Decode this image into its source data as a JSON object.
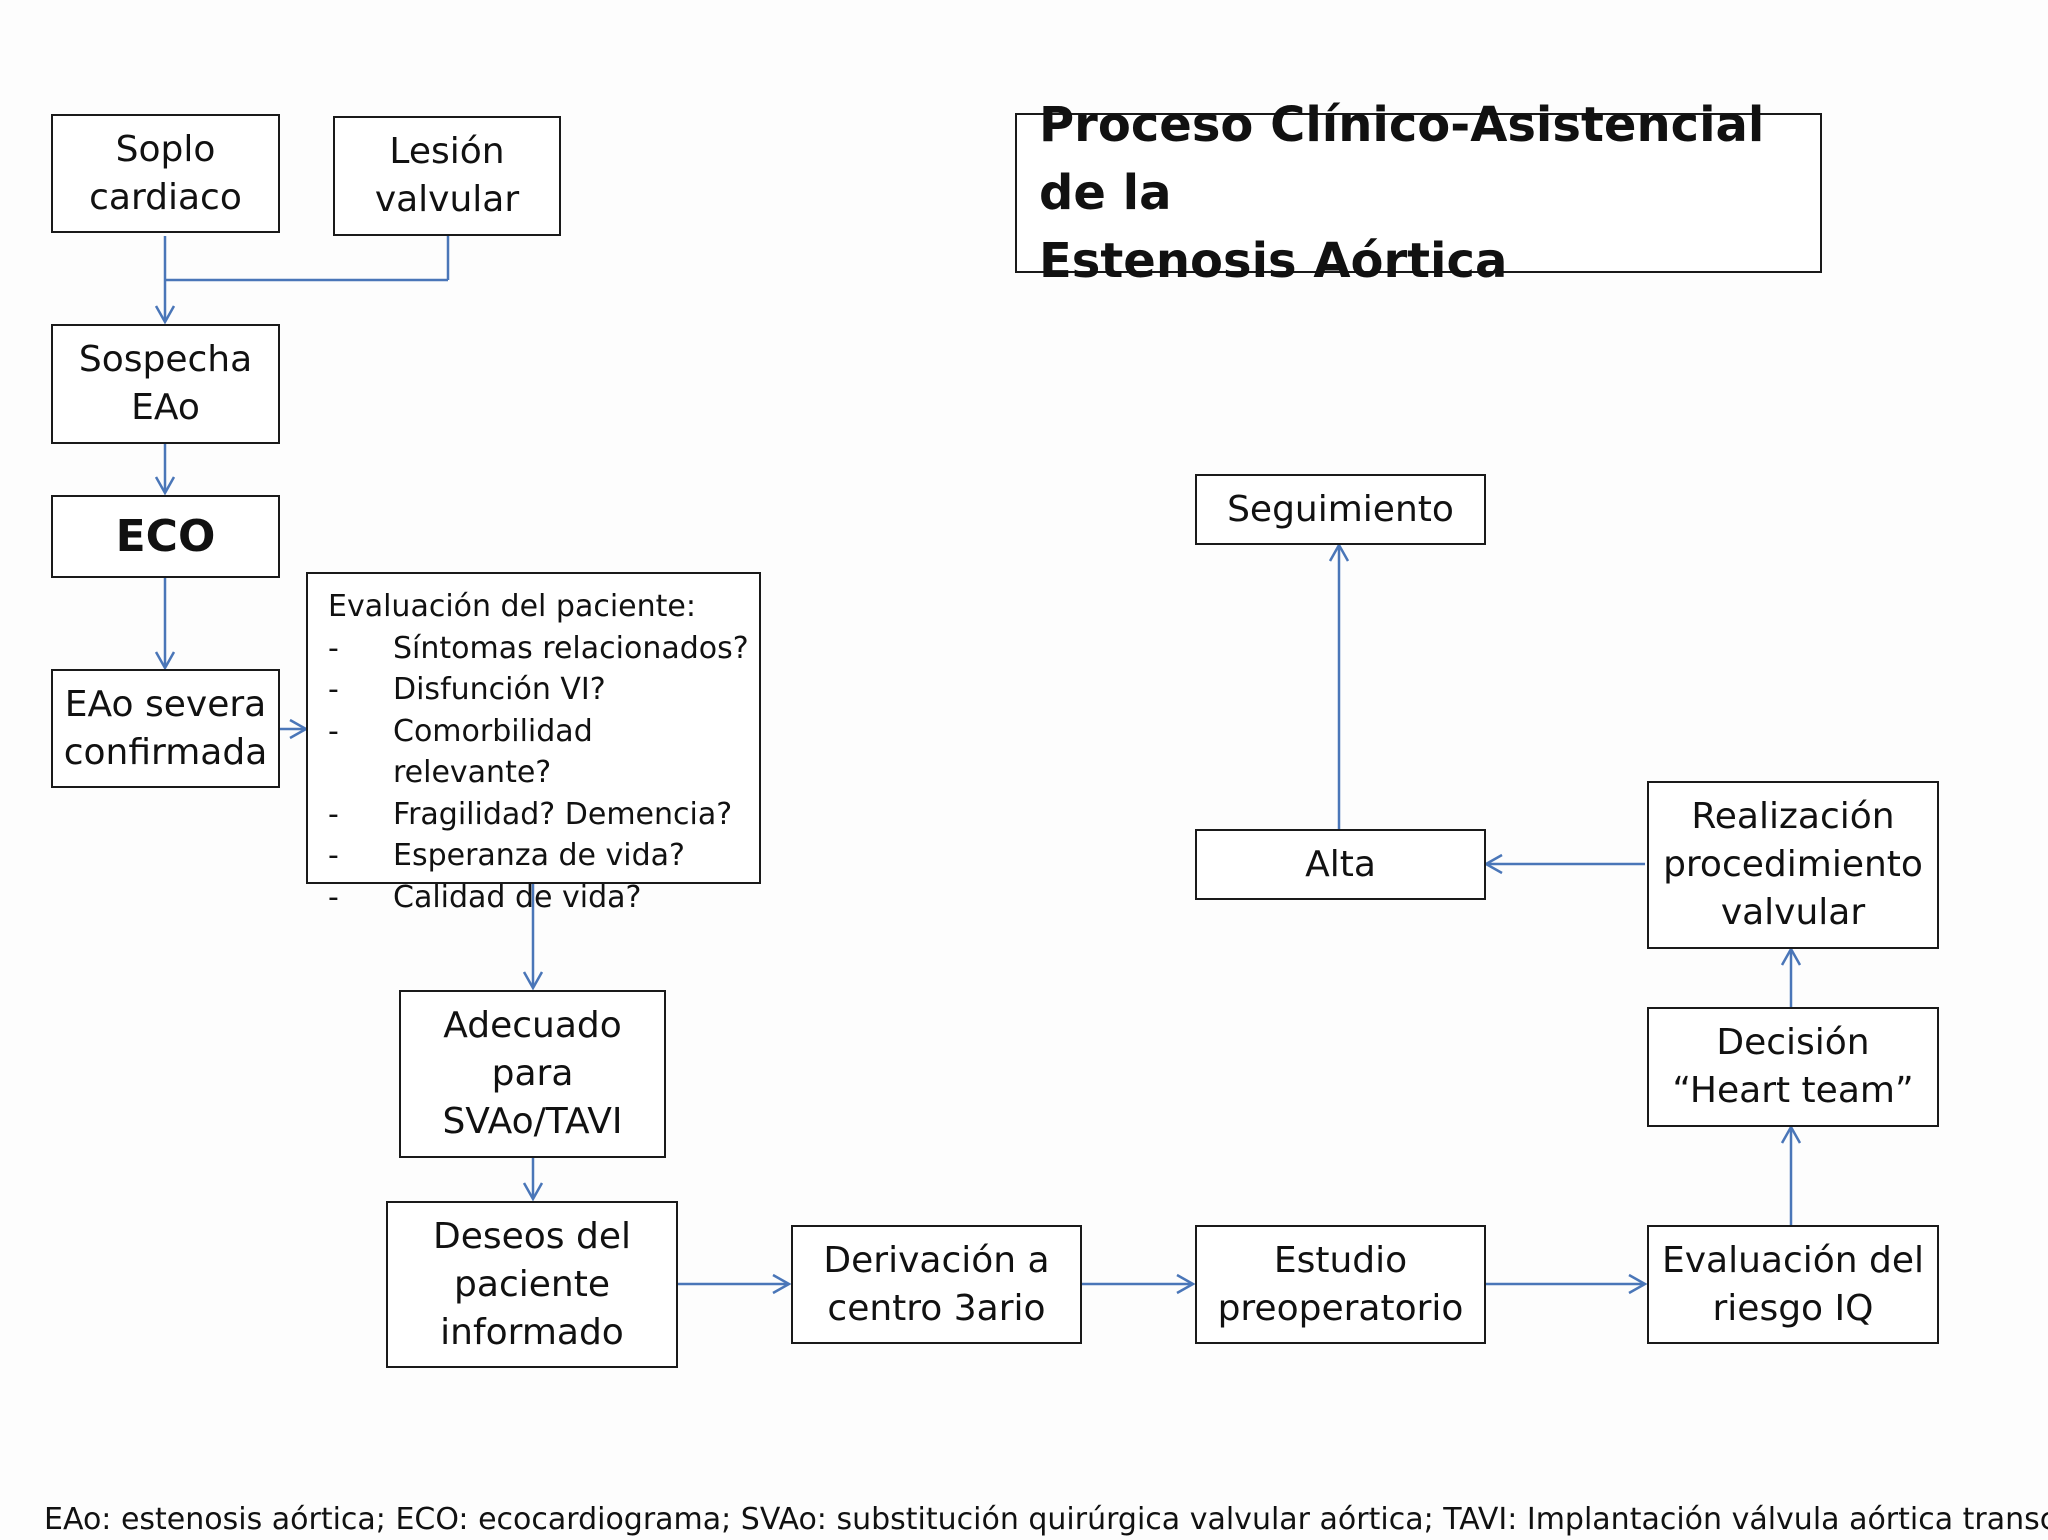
{
  "title": [
    "Proceso Clínico-Asistencial de la",
    "Estenosis Aórtica"
  ],
  "nodes": {
    "soplo": [
      "Soplo",
      "cardiaco"
    ],
    "lesion": [
      "Lesión",
      "valvular"
    ],
    "sospecha": [
      "Sospecha",
      "EAo"
    ],
    "eco": [
      "ECO"
    ],
    "eao_severa": [
      "EAo severa",
      "confirmada"
    ],
    "evaluacion": {
      "heading": "Evaluación del paciente:",
      "items": [
        "Síntomas relacionados?",
        "Disfunción VI?",
        "Comorbilidad relevante?",
        "Fragilidad?  Demencia?",
        "Esperanza de vida?",
        "Calidad  de vida?"
      ]
    },
    "adecuado": [
      "Adecuado",
      "para",
      "SVAo/TAVI"
    ],
    "deseos": [
      "Deseos del",
      "paciente",
      "informado"
    ],
    "derivacion": [
      "Derivación a",
      "centro 3ario"
    ],
    "estudio": [
      "Estudio",
      "preoperatorio"
    ],
    "evaluacion_riesgo": [
      "Evaluación del",
      "riesgo IQ"
    ],
    "decision": [
      "Decisión",
      "“Heart team”"
    ],
    "realizacion": [
      "Realización",
      "procedimiento",
      "valvular"
    ],
    "alta": [
      "Alta"
    ],
    "seguimiento": [
      "Seguimiento"
    ]
  },
  "footnote": "EAo: estenosis aórtica; ECO: ecocardiograma; SVAo: substitución quirúrgica valvular aórtica; TAVI: Implantación válvula aórtica transcateter",
  "colors": {
    "connector": "#4a76b8",
    "border": "#1a1a1a"
  }
}
